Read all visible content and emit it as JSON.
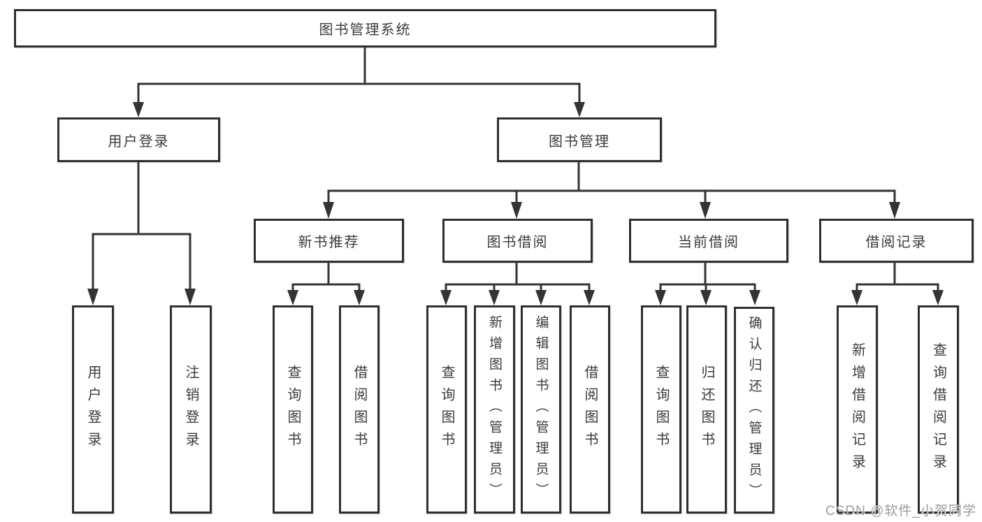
{
  "diagram": {
    "type": "hierarchy-tree",
    "root": {
      "label": "图书管理系统",
      "children": [
        {
          "label": "用户登录",
          "children": [
            "用户登录",
            "注销登录"
          ]
        },
        {
          "label": "图书管理",
          "children": [
            {
              "label": "新书推荐",
              "children": [
                "查询图书",
                "借阅图书"
              ]
            },
            {
              "label": "图书借阅",
              "children": [
                "查询图书",
                "新增图书（管理员）",
                "编辑图书（管理员）",
                "借阅图书"
              ]
            },
            {
              "label": "当前借阅",
              "children": [
                "查询图书",
                "归还图书",
                "确认归还（管理员）"
              ]
            },
            {
              "label": "借阅记录",
              "children": [
                "新增借阅记录",
                "查询借阅记录"
              ]
            }
          ]
        }
      ]
    }
  },
  "watermark": {
    "text": "CSDN @软件_小贺同学"
  },
  "colors": {
    "line": "#333333",
    "box_border": "#2f2f2f",
    "text": "#3b3b3b",
    "background": "#ffffff",
    "watermark": "#9c9c9c"
  }
}
